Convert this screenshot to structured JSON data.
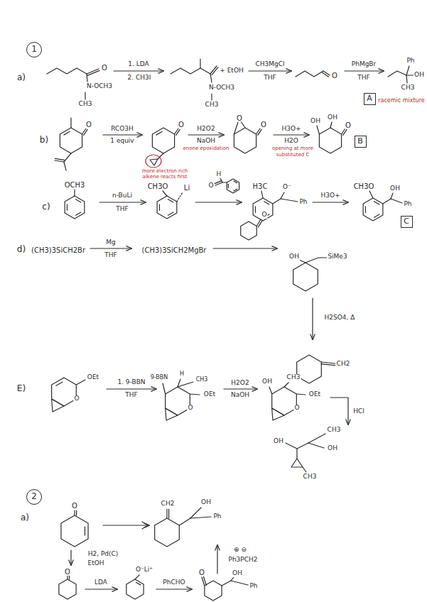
{
  "diagram": {
    "nodes": [
      {
        "text": [
          "1"
        ]
      },
      {
        "text": [
          "A"
        ]
      },
      {
        "text": [
          "B"
        ]
      },
      {
        "text": [
          "C"
        ]
      },
      {
        "text": [
          "2"
        ]
      }
    ],
    "labels": [
      "a)",
      "O",
      "N-OCH3",
      "CH3",
      "1. LDA",
      "2. CH3I",
      "N-OCH3",
      "CH3",
      "+ EtOH",
      "CH3MgCl",
      "THF",
      "O",
      "PhMgBr",
      "THF",
      "Ph",
      "OH",
      "CH3",
      "racemic mixture",
      "b)",
      "O",
      "RCO3H",
      "1 equiv",
      "O",
      "more electron-rich",
      "alkene reacts first",
      "H2O2",
      "NaOH",
      "enone epoxidation",
      "O",
      "O",
      "H3O+",
      "H2O",
      "opening at more",
      "substituted C",
      "OH",
      "OH",
      "O",
      "c)",
      "OCH3",
      "n-BuLi",
      "THF",
      "CH3O",
      "Li",
      "H",
      "O",
      "H3C",
      "O⁻",
      "Ph",
      "H3O+",
      "CH3O",
      "OH",
      "Ph",
      "d)",
      "(CH3)3SiCH2Br",
      "Mg",
      "THF",
      "(CH3)3SiCH2MgBr",
      "O",
      "OH",
      "SiMe3",
      "H2SO4, Δ",
      "CH2",
      "E)",
      "OEt",
      "O",
      "1. 9-BBN",
      "THF",
      "9-BBN",
      "H",
      "CH3",
      "OEt",
      "O",
      "H2O2",
      "NaOH",
      "OH",
      "CH3",
      "OEt",
      "O",
      "HCl",
      "OH",
      "CH3",
      "OH",
      "CH3",
      "a)",
      "O",
      "CH2",
      "OH",
      "Ph",
      "H2, Pd(C)",
      "EtOH",
      "O",
      "LDA",
      "O⁻Li⁺",
      "PhCHO",
      "O",
      "OH",
      "Ph",
      "⊕ ⊖",
      "Ph3PCH2"
    ]
  }
}
